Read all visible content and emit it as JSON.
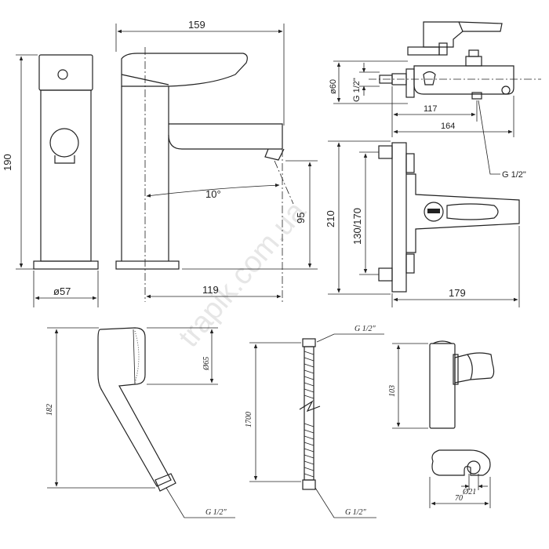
{
  "dimensions": {
    "basin_width": "159",
    "basin_height": "190",
    "basin_base": "ø57",
    "basin_angle": "10°",
    "basin_spout_height": "95",
    "basin_spout_reach": "119",
    "bath_side_diameter": "ø60",
    "bath_side_thread": "G 1/2\"",
    "bath_side_117": "117",
    "bath_side_164": "164",
    "bath_outlet_thread": "G 1/2\"",
    "bath_front_height": "210",
    "bath_front_centers": "130/170",
    "bath_front_width": "179",
    "handshower_length": "182",
    "handshower_diameter": "Ø65",
    "handshower_thread": "G 1/2\"",
    "hose_top_thread": "G 1/2\"",
    "hose_length": "1700",
    "hose_bottom_thread": "G 1/2\"",
    "holder_height": "103",
    "holder_diameter": "Ø21",
    "holder_width": "70"
  },
  "watermark": "trapik.com.ua"
}
